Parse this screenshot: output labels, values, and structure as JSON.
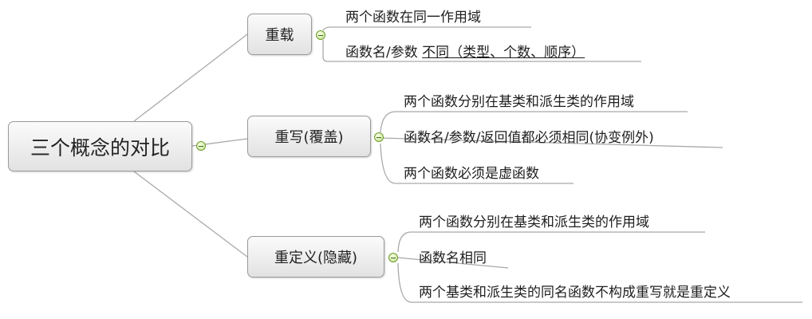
{
  "root": {
    "label": "三个概念的对比"
  },
  "branches": [
    {
      "label": "重载",
      "items": [
        {
          "text": "两个函数在同一作用域"
        },
        {
          "text": "函数名/参数",
          "suffix": "不同（类型、个数、顺序）"
        }
      ]
    },
    {
      "label": "重写(覆盖)",
      "items": [
        {
          "text": "两个函数分别在基类和派生类的作用域"
        },
        {
          "text": "函数名/参数/返回值都必须相同(协变例外)"
        },
        {
          "text": "两个函数必须是虚函数"
        }
      ]
    },
    {
      "label": "重定义(隐藏)",
      "items": [
        {
          "text": "两个函数分别在基类和派生类的作用域"
        },
        {
          "text": "函数名相同"
        },
        {
          "text": "两个基类和派生类的同名函数不构成重写就是重定义"
        }
      ]
    }
  ],
  "colors": {
    "connector": "#a9a9a9",
    "toggle": "#8cbf4a"
  }
}
